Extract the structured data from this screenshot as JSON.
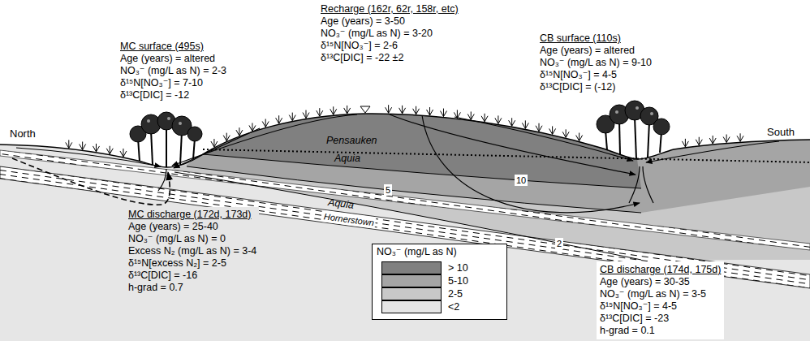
{
  "diagram": {
    "nodes": [
      {
        "text": [
          "MC surface (495s)",
          "Age (years) = altered",
          "NO₃⁻ (mg/L as N) = 2-3",
          "δ¹⁵N[NO₃⁻] = 7-10",
          "δ¹³C[DIC] = -12"
        ]
      },
      {
        "text": [
          "Recharge (162r, 62r, 158r, etc)",
          "Age (years) = 3-50",
          "NO₃⁻ (mg/L as N) = 3-20",
          "δ¹⁵N[NO₃⁻] = 2-6",
          "δ¹³C[DIC] = -22 ±2"
        ]
      },
      {
        "text": [
          "CB surface (110s)",
          "Age (years) = altered",
          "NO₃⁻ (mg/L as N) = 9-10",
          "δ¹⁵N[NO₃⁻] = 4-5",
          "δ¹³C[DIC] = (-12)"
        ]
      },
      {
        "text": [
          "MC discharge (172d, 173d)",
          "Age (years) = 25-40",
          "NO₃⁻ (mg/L as N) = 0",
          "Excess N₂ (mg/L as N) = 3-4",
          "δ¹⁵N[excess N₂] = 2-5",
          "δ¹³C[DIC] = -16",
          "h-grad = 0.7"
        ]
      },
      {
        "text": [
          "CB discharge (174d, 175d)",
          "Age (years) = 30-35",
          "NO₃⁻ (mg/L as N) = 3-5",
          "δ¹⁵N[NO₃⁻] = 4-5",
          "δ¹³C[DIC] = -23",
          "h-grad = 0.1"
        ]
      }
    ],
    "labels": [
      "North",
      "South",
      "Pensauken",
      "Aquia",
      "Aquia",
      "Hornerstown",
      "10",
      "5",
      "2",
      "NO₃⁻ (mg/L as N)"
    ],
    "legend": [
      {
        "text": "> 10",
        "color": "#808080"
      },
      {
        "text": "5-10",
        "color": "#a5a5a5"
      },
      {
        "text": "2-5",
        "color": "#c8c8c8"
      },
      {
        "text": "<2",
        "color": "#e6e6e6"
      }
    ]
  }
}
